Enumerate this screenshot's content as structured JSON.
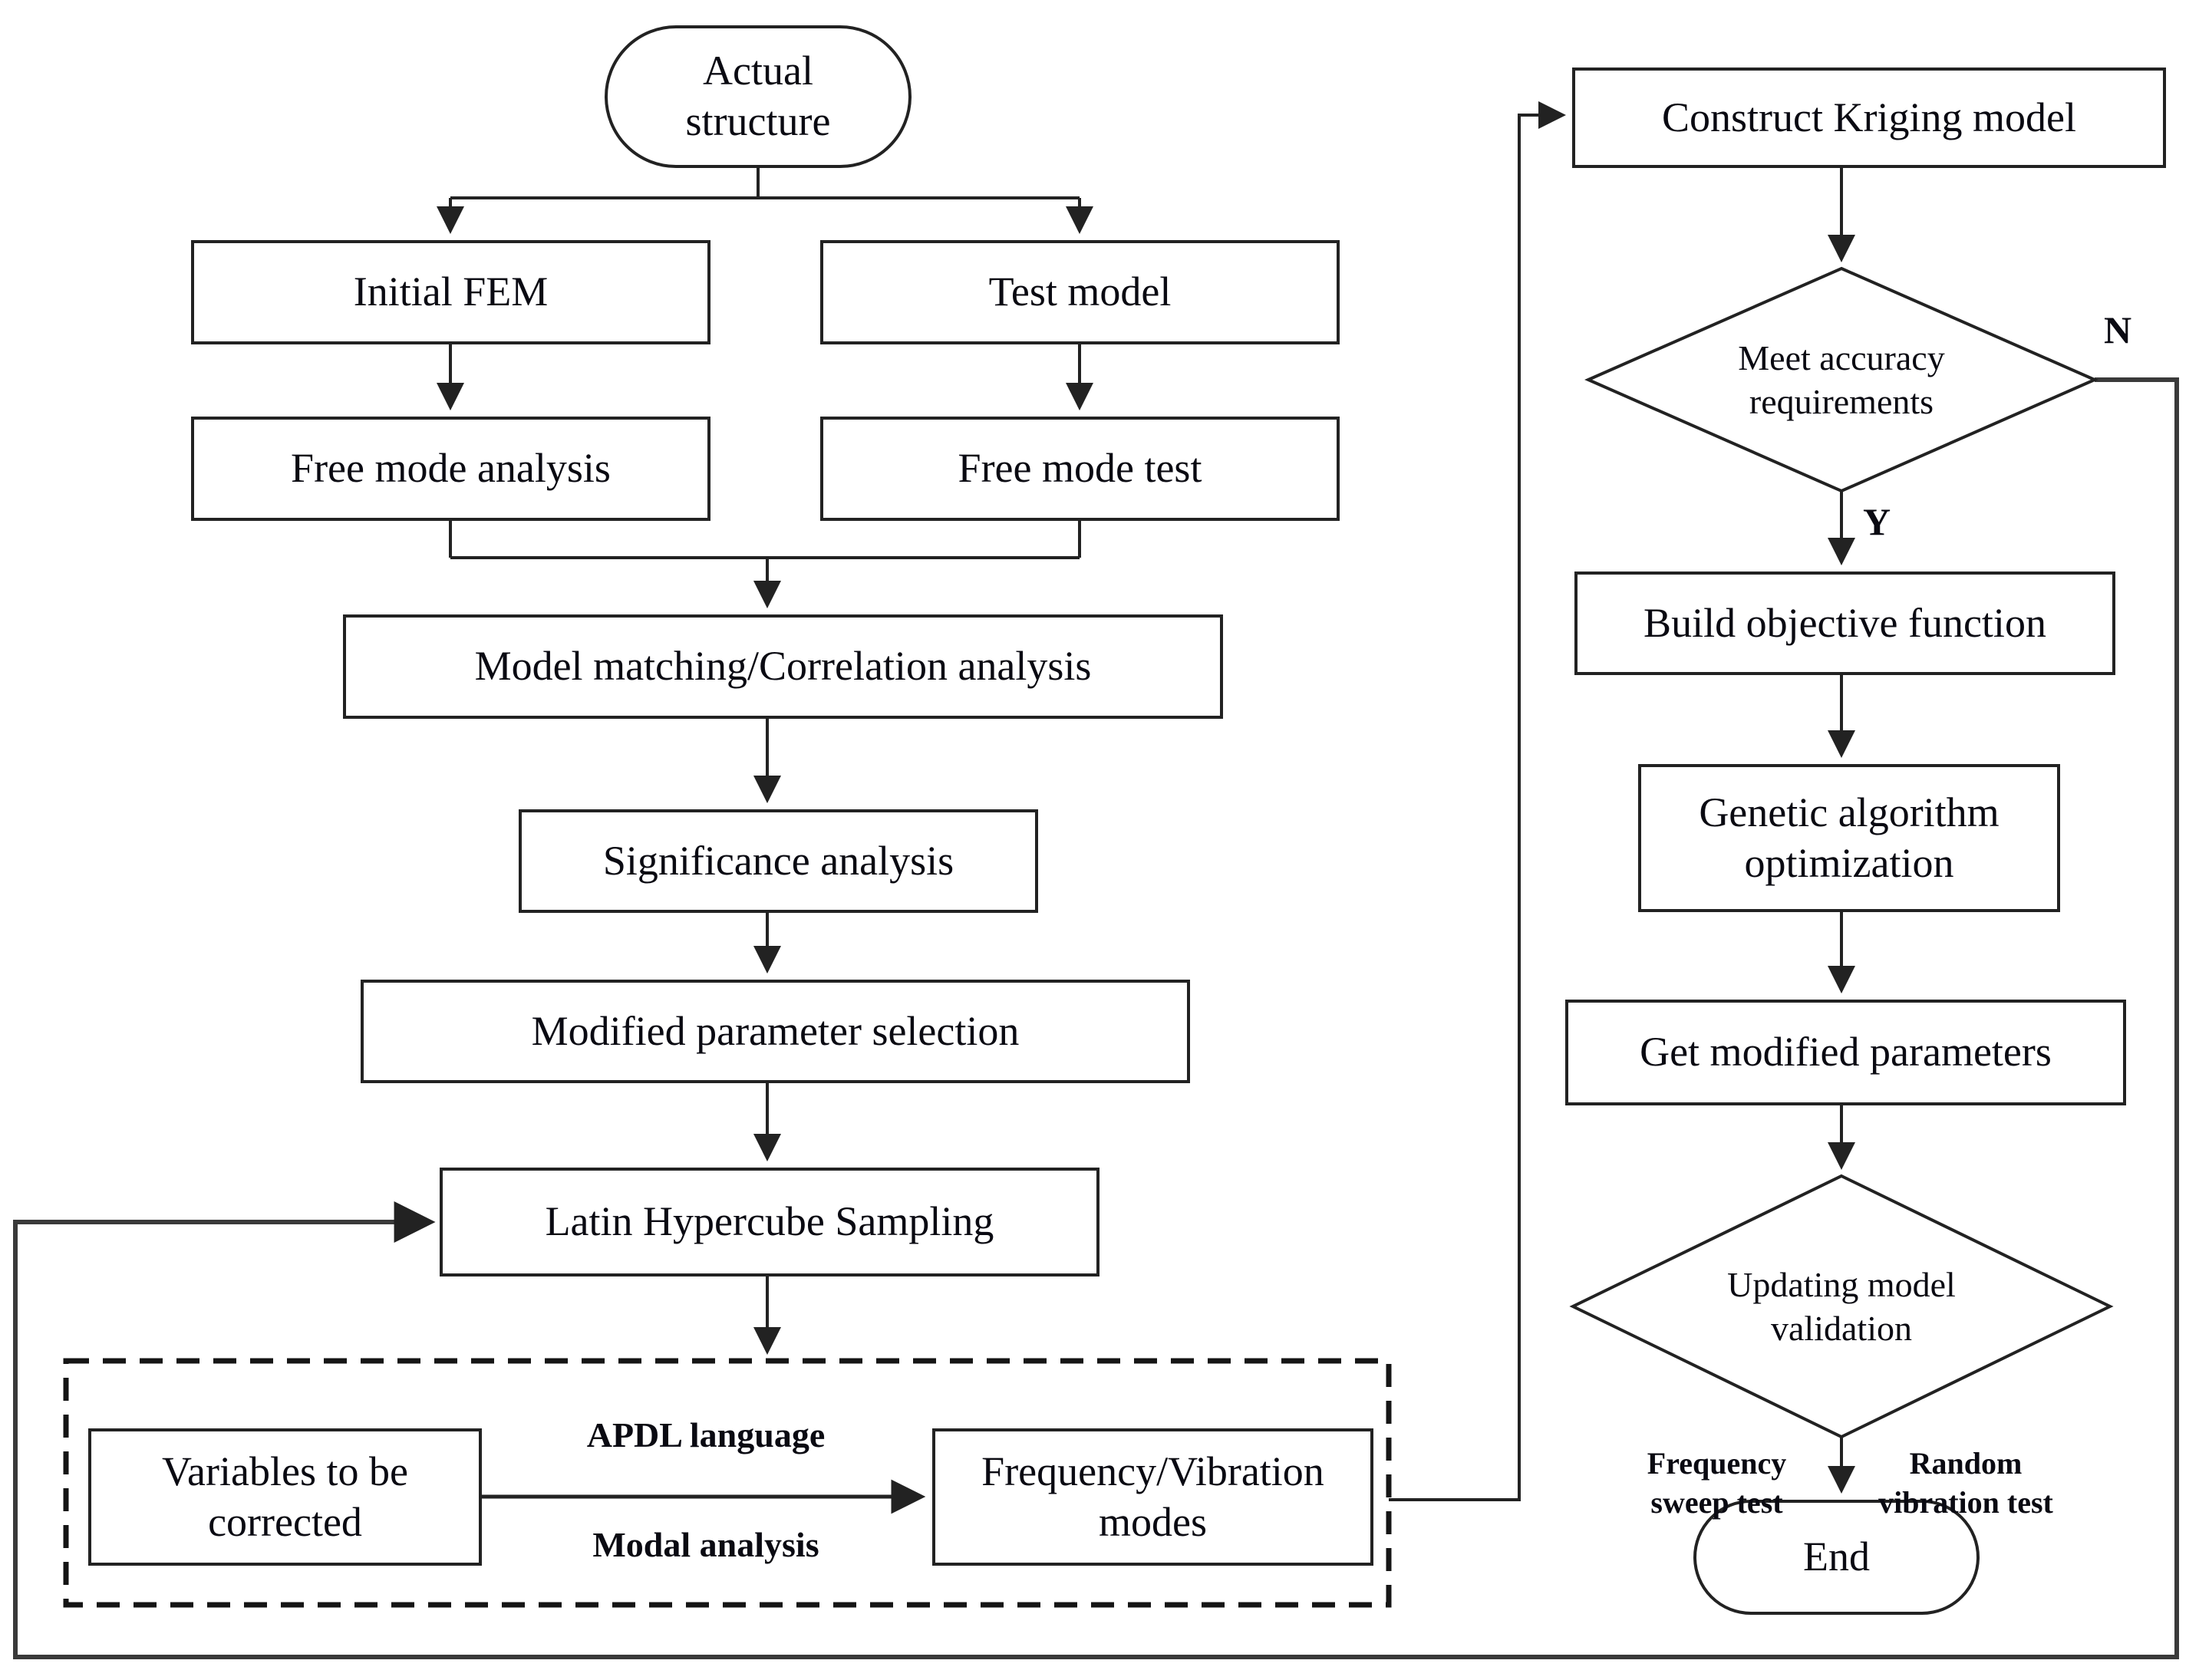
{
  "diagram": {
    "style": {
      "background": "#ffffff",
      "line_color": "#222222",
      "text_color": "#0a0a12"
    },
    "nodes": {
      "actual_structure": {
        "label": "Actual structure",
        "type": "terminator"
      },
      "initial_fem": {
        "label": "Initial FEM",
        "type": "process"
      },
      "test_model": {
        "label": "Test model",
        "type": "process"
      },
      "free_mode_analysis": {
        "label": "Free mode analysis",
        "type": "process"
      },
      "free_mode_test": {
        "label": "Free mode test",
        "type": "process"
      },
      "model_matching": {
        "label": "Model matching/Correlation analysis",
        "type": "process"
      },
      "significance_analysis": {
        "label": "Significance analysis",
        "type": "process"
      },
      "modified_parameter_selection": {
        "label": "Modified parameter selection",
        "type": "process"
      },
      "latin_hypercube_sampling": {
        "label": "Latin Hypercube Sampling",
        "type": "process"
      },
      "variables_to_be_corrected": {
        "label": "Variables to be corrected",
        "type": "process"
      },
      "frequency_vibration_modes": {
        "label": "Frequency/Vibration modes",
        "type": "process"
      },
      "construct_kriging_model": {
        "label": "Construct Kriging model",
        "type": "process"
      },
      "meet_accuracy_requirements": {
        "label": "Meet accuracy requirements",
        "type": "decision"
      },
      "build_objective_function": {
        "label": "Build objective function",
        "type": "process"
      },
      "genetic_algorithm_optimization": {
        "label": "Genetic algorithm optimization",
        "type": "process"
      },
      "get_modified_parameters": {
        "label": "Get modified parameters",
        "type": "process"
      },
      "updating_model_validation": {
        "label": "Updating model validation",
        "type": "decision"
      },
      "end": {
        "label": "End",
        "type": "terminator"
      }
    },
    "edge_labels": {
      "no": "N",
      "yes": "Y",
      "apdl_language": "APDL language",
      "modal_analysis": "Modal analysis",
      "frequency_sweep_test": "Frequency sweep test",
      "random_vibration_test": "Random vibration test"
    }
  }
}
